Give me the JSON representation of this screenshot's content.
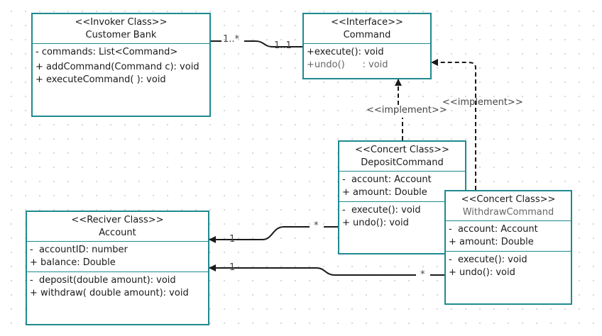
{
  "classes": {
    "invoker": {
      "stereotype": "<<Invoker Class>>",
      "name": "Customer Bank",
      "attributes": [
        "- commands: List<Command>"
      ],
      "methods": [
        "+ addCommand(Command c): void",
        "+ executeCommand( ): void"
      ]
    },
    "command": {
      "stereotype": "<<Interface>>",
      "name": "Command",
      "methods": [
        "+execute(): void",
        "+undo()      : void"
      ]
    },
    "deposit": {
      "stereotype": "<<Concert Class>>",
      "name": "DepositCommand",
      "attributes": [
        "-  account: Account",
        "+ amount: Double"
      ],
      "methods": [
        "-  execute(): void",
        "+ undo(): void"
      ]
    },
    "withdraw": {
      "stereotype": "<<Concert Class>>",
      "name": "WithdrawCommand",
      "attributes": [
        "-  account: Account",
        "+ amount: Double"
      ],
      "methods": [
        "-  execute(): void",
        "+ undo(): void"
      ]
    },
    "account": {
      "stereotype": "<<Reciver Class>>",
      "name": "Account",
      "attributes": [
        "-  accountID: number",
        "+ balance: Double"
      ],
      "methods": [
        "-  deposit(double amount): void",
        "+ withdraw( double amount): void"
      ]
    }
  },
  "labels": {
    "invoker_mult": "1..*",
    "command_mult": "1..1",
    "implement_deposit": "<<implement>>",
    "implement_withdraw": "<<implement>>",
    "account_deposit_one": "1",
    "deposit_many": "*",
    "account_withdraw_one": "1",
    "withdraw_many": "*"
  },
  "colors": {
    "border": "#1e8a8f",
    "line": "#1a1a1a",
    "grid": "#d4d4d4"
  }
}
